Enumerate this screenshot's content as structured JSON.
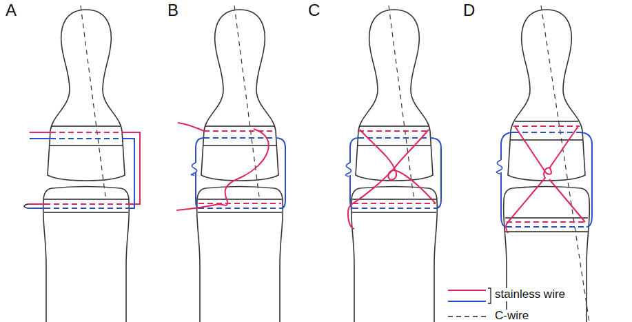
{
  "diagram": {
    "labels": [
      "A",
      "B",
      "C",
      "D"
    ],
    "legend": [
      {
        "text": "stainless wire"
      },
      {
        "text": "C-wire"
      }
    ]
  }
}
